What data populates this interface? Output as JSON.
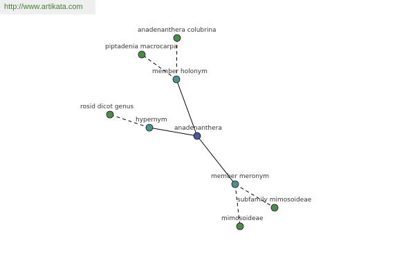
{
  "watermark": "http://www.artikata.com",
  "graph": {
    "nodes": [
      {
        "id": "center",
        "label": "anadenanthera",
        "kind": "center",
        "color": "#4a5a9a"
      },
      {
        "id": "hypernym",
        "label": "hypernym",
        "kind": "relation",
        "color": "#4f8f8f"
      },
      {
        "id": "member-holonym",
        "label": "member holonym",
        "kind": "relation",
        "color": "#4f8f8f"
      },
      {
        "id": "member-meronym",
        "label": "member meronym",
        "kind": "relation",
        "color": "#4f8f8f"
      },
      {
        "id": "rosid-dicot-genus",
        "label": "rosid dicot genus",
        "kind": "leaf",
        "color": "#4e8a4e"
      },
      {
        "id": "piptadenia-macrocarpa",
        "label": "piptadenia macrocarpa",
        "kind": "leaf",
        "color": "#4e8a4e"
      },
      {
        "id": "anadenanthera-colubrina",
        "label": "anadenanthera colubrina",
        "kind": "leaf",
        "color": "#4e8a4e"
      },
      {
        "id": "subfamily-mimosoideae",
        "label": "subfamily mimosoideae",
        "kind": "leaf",
        "color": "#4e8a4e"
      },
      {
        "id": "mimosoideae",
        "label": "mimosoideae",
        "kind": "leaf",
        "color": "#4e8a4e"
      }
    ],
    "edges": [
      {
        "from": "center",
        "to": "hypernym",
        "style": "solid"
      },
      {
        "from": "center",
        "to": "member-holonym",
        "style": "solid"
      },
      {
        "from": "center",
        "to": "member-meronym",
        "style": "solid"
      },
      {
        "from": "hypernym",
        "to": "rosid-dicot-genus",
        "style": "dashed"
      },
      {
        "from": "member-holonym",
        "to": "piptadenia-macrocarpa",
        "style": "dashed"
      },
      {
        "from": "member-holonym",
        "to": "anadenanthera-colubrina",
        "style": "dashed"
      },
      {
        "from": "member-meronym",
        "to": "subfamily-mimosoideae",
        "style": "dashed"
      },
      {
        "from": "member-meronym",
        "to": "mimosoideae",
        "style": "dashed"
      }
    ]
  }
}
